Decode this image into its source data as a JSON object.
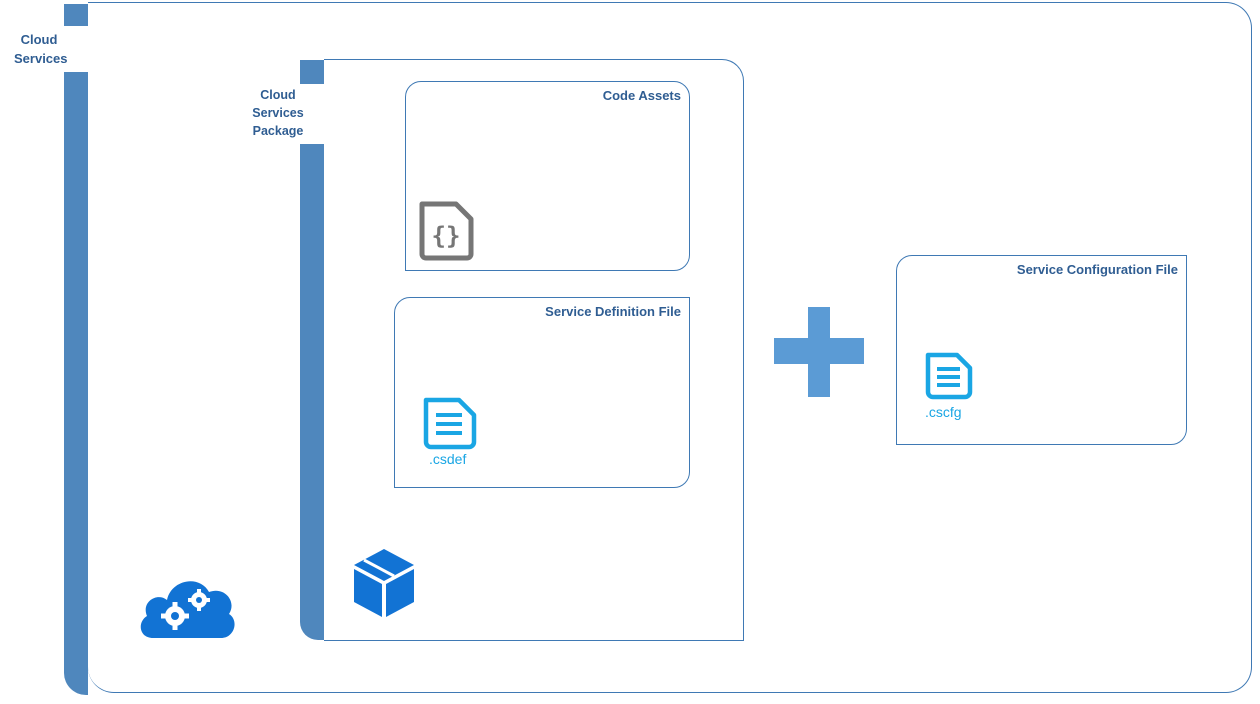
{
  "diagram": {
    "outer": {
      "label_line1": "Cloud",
      "label_line2": "Services"
    },
    "package": {
      "label_line1": "Cloud",
      "label_line2": "Services",
      "label_line3": "Package"
    },
    "code_assets": {
      "title": "Code Assets"
    },
    "service_definition": {
      "title": "Service Definition File",
      "extension": ".csdef"
    },
    "service_configuration": {
      "title": "Service Configuration File",
      "extension": ".cscfg"
    }
  },
  "colors": {
    "frame": "#4f87bd",
    "text": "#2f5d92",
    "file_icon": "#1aa6e4",
    "plus": "#5b9bd5",
    "box_icon": "#1273d4",
    "cloud_icon": "#1273d4",
    "code_icon": "#767676"
  },
  "icons": [
    "cloud-gears-icon",
    "package-box-icon",
    "code-file-icon",
    "document-icon",
    "plus-icon"
  ]
}
